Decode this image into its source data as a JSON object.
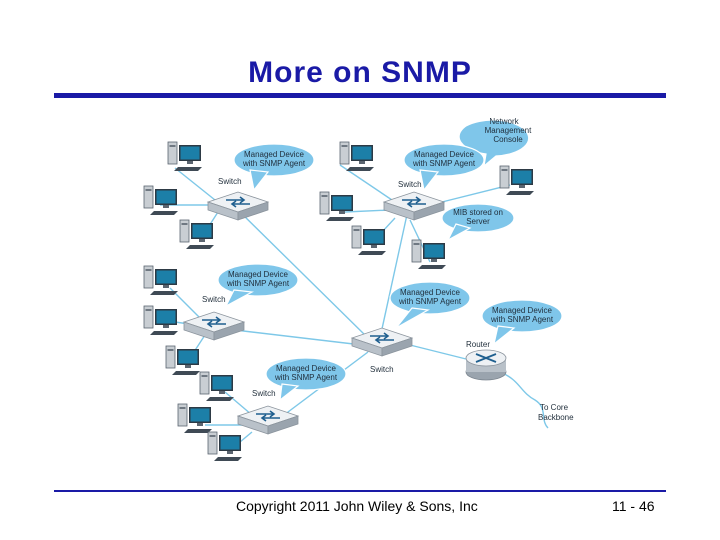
{
  "slide": {
    "title": "More on SNMP",
    "copyright": "Copyright 2011 John Wiley & Sons, Inc",
    "page_number": "11 - 46"
  },
  "diagram": {
    "callouts": {
      "nms": [
        "Network",
        "Management",
        "Console"
      ],
      "agent_tl": [
        "Managed Device",
        "with SNMP Agent"
      ],
      "agent_tr": [
        "Managed Device",
        "with SNMP Agent"
      ],
      "mib": [
        "MIB stored on",
        "Server"
      ],
      "agent_ml": [
        "Managed Device",
        "with SNMP Agent"
      ],
      "agent_center": [
        "Managed Device",
        "with SNMP Agent"
      ],
      "agent_router": [
        "Managed Device",
        "with SNMP Agent"
      ],
      "agent_bl": [
        "Managed Device",
        "with SNMP Agent"
      ]
    },
    "labels": {
      "switch_tl": "Switch",
      "switch_tr": "Switch",
      "switch_ml": "Switch",
      "switch_center": "Switch",
      "switch_bl": "Switch",
      "router": "Router",
      "backbone": [
        "To Core",
        "Backbone"
      ]
    },
    "colors": {
      "callout": "#7fc6ea",
      "link": "#7ec8e8",
      "switch": "#d8dde2",
      "screen": "#1c7fa8"
    }
  }
}
